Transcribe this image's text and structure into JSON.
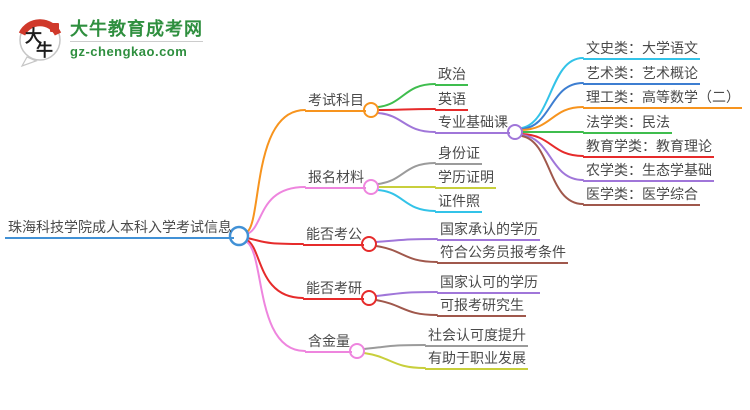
{
  "logo": {
    "badge_char1": "大",
    "badge_char2": "牛",
    "title": "大牛教育成考网",
    "domain": "gz-chengkao.com"
  },
  "colors": {
    "blue": "#4191d6",
    "orange": "#f7941e",
    "green": "#3fbd4e",
    "red": "#e62b2b",
    "purple": "#a076d9",
    "pink": "#ee85de",
    "cyan": "#33c3e8",
    "blue2": "#3d7ed1",
    "olive": "#c8cf3c",
    "gray": "#9b9b9b",
    "brown": "#a0584c",
    "ink": "#4a4a4a",
    "brand_green": "#2f8f3f",
    "seal_red": "#d0392b",
    "node_fill": "#ffffff"
  },
  "mindmap": {
    "root": {
      "label": "珠海科技学院成人本科入学考试信息"
    },
    "branches": [
      {
        "label": "考试科目",
        "children": [
          {
            "label": "政治"
          },
          {
            "label": "英语"
          },
          {
            "label": "专业基础课",
            "children": [
              {
                "label": "文史类：大学语文"
              },
              {
                "label": "艺术类：艺术概论"
              },
              {
                "label": "理工类：高等数学（二）"
              },
              {
                "label": "法学类：民法"
              },
              {
                "label": "教育学类：教育理论"
              },
              {
                "label": "农学类：生态学基础"
              },
              {
                "label": "医学类：医学综合"
              }
            ]
          }
        ]
      },
      {
        "label": "报名材料",
        "children": [
          {
            "label": "身份证"
          },
          {
            "label": "学历证明"
          },
          {
            "label": "证件照"
          }
        ]
      },
      {
        "label": "能否考公",
        "children": [
          {
            "label": "国家承认的学历"
          },
          {
            "label": "符合公务员报考条件"
          }
        ]
      },
      {
        "label": "能否考研",
        "children": [
          {
            "label": "国家认可的学历"
          },
          {
            "label": "可报考研究生"
          }
        ]
      },
      {
        "label": "含金量",
        "children": [
          {
            "label": "社会认可度提升"
          },
          {
            "label": "有助于职业发展"
          }
        ]
      }
    ]
  }
}
